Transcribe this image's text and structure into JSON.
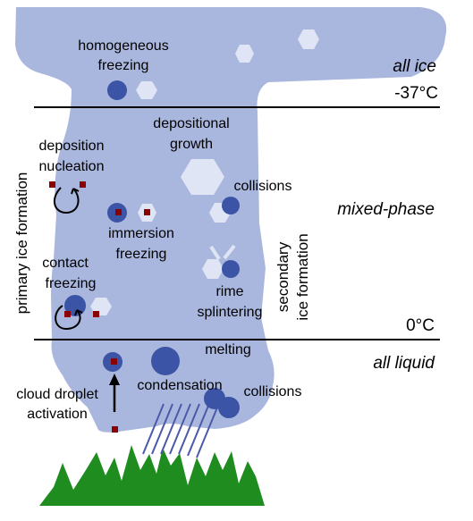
{
  "colors": {
    "cloud": "#a9b7de",
    "droplet": "#3c54a5",
    "ice": "#dfe5f5",
    "particle": "#8b0000",
    "ground": "#1e8c1e",
    "rain": "#4a5aa8",
    "line": "#000000"
  },
  "regions": {
    "top_label": "all ice",
    "top_temp": "-37°C",
    "middle_label": "mixed-phase",
    "bottom_temp": "0°C",
    "bottom_label": "all liquid"
  },
  "processes": {
    "homogeneous_1": "homogeneous",
    "homogeneous_2": "freezing",
    "depositional_1": "depositional",
    "depositional_2": "growth",
    "deposition_1": "deposition",
    "deposition_2": "nucleation",
    "collisions_upper": "collisions",
    "immersion_1": "immersion",
    "immersion_2": "freezing",
    "contact_1": "contact",
    "contact_2": "freezing",
    "rime_1": "rime",
    "rime_2": "splintering",
    "melting": "melting",
    "condensation": "condensation",
    "collisions_lower": "collisions",
    "activation_1": "cloud droplet",
    "activation_2": "activation"
  },
  "side_labels": {
    "primary": "primary ice formation",
    "secondary_1": "secondary",
    "secondary_2": "ice formation"
  }
}
